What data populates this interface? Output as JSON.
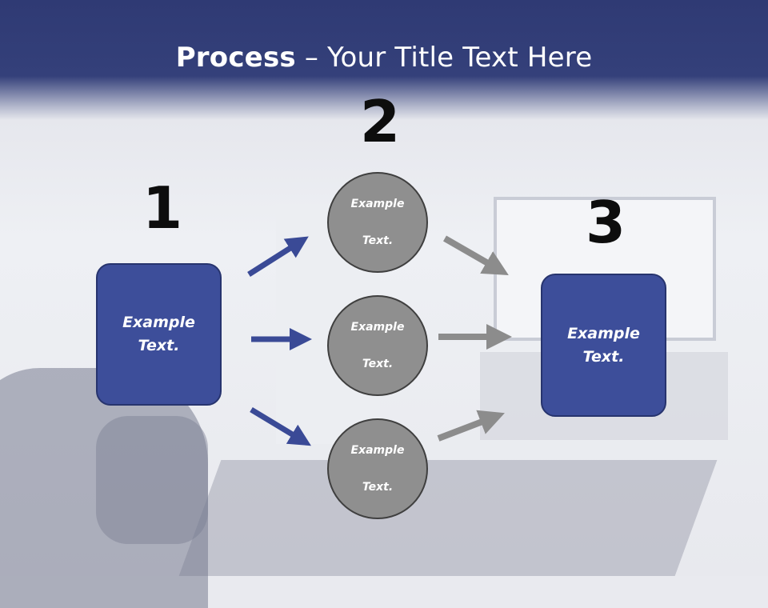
{
  "slide": {
    "title_bold": "Process",
    "title_rest": " – Your Title Text Here"
  },
  "steps": [
    {
      "number": "1"
    },
    {
      "number": "2"
    },
    {
      "number": "3"
    }
  ],
  "boxes": {
    "left": {
      "line1": "Example",
      "line2": "Text."
    },
    "right": {
      "line1": "Example",
      "line2": "Text."
    }
  },
  "circles": [
    {
      "line1": "Example",
      "line2": "Text."
    },
    {
      "line1": "Example",
      "line2": "Text."
    },
    {
      "line1": "Example",
      "line2": "Text."
    }
  ],
  "colors": {
    "header": "#2f3a74",
    "box_fill": "#3d4e9a",
    "blue_arrow": "#3a4a96",
    "circle_fill": "#8f8f8f",
    "gray_arrow": "#8c8c8c"
  }
}
